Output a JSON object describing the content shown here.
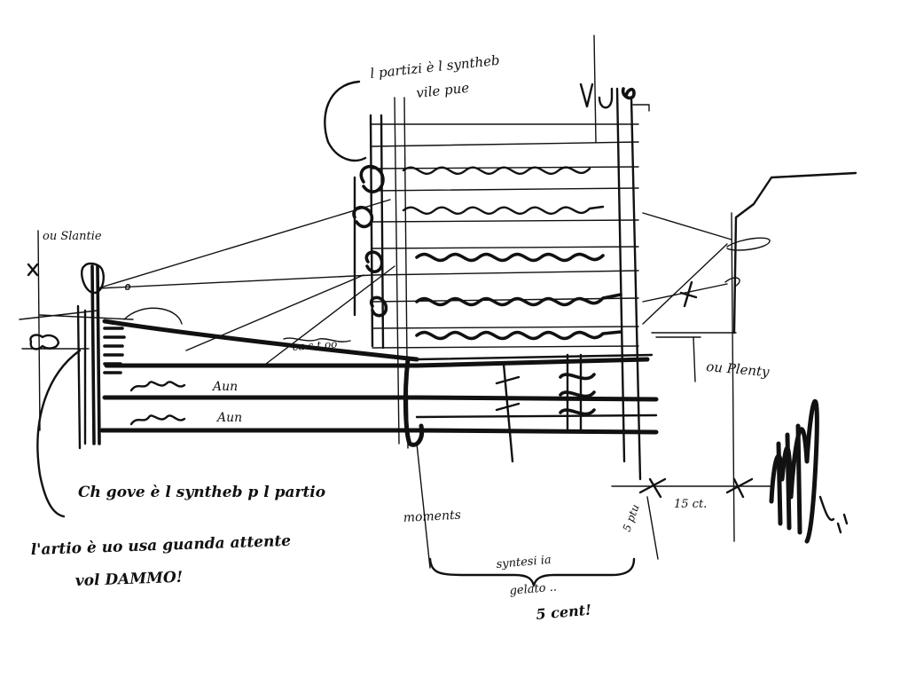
{
  "annotations": {
    "top_note_line1": "l partizi è l syntheb",
    "top_note_line2": "vile pue",
    "left_top_label": "ou Slantie",
    "left_mark": "x",
    "center_slope_label": "ca s t oo",
    "wave_label_1": "Aun",
    "wave_label_2": "Aun",
    "right_bottom_label": "ou Plenty",
    "bottom_left_note": "Ch gove è l syntheb p l partio",
    "bottom_moments_label": "moments",
    "bottom_quote_line1": "l'artio è uo usa guanda attente",
    "bottom_quote_line2": "vol DAMMO!",
    "brace_label_line1": "syntesi ia",
    "brace_label_line2": "gelato ..",
    "brace_label_line3": "5 cent!",
    "right_measure_label": "15 ct.",
    "right_vertical_label": "5 ptu",
    "right_signature": "1 d",
    "top_right_mark": "VJ"
  },
  "colors": {
    "ink": "#111111",
    "paper": "#ffffff"
  }
}
